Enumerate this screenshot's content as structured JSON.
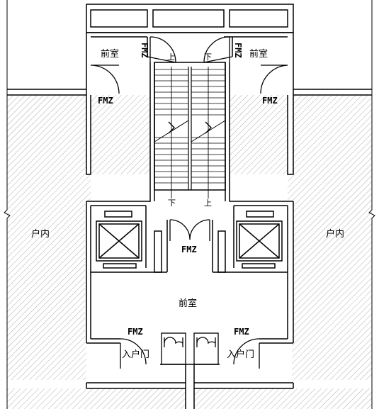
{
  "labels": {
    "front_room": "前室",
    "indoor": "户内",
    "entry_door": "入户门",
    "door_code": "FMZ",
    "stair_up": "上",
    "stair_down": "下"
  },
  "colors": {
    "line": "#000000",
    "hatch": "#888888",
    "background": "#ffffff"
  }
}
